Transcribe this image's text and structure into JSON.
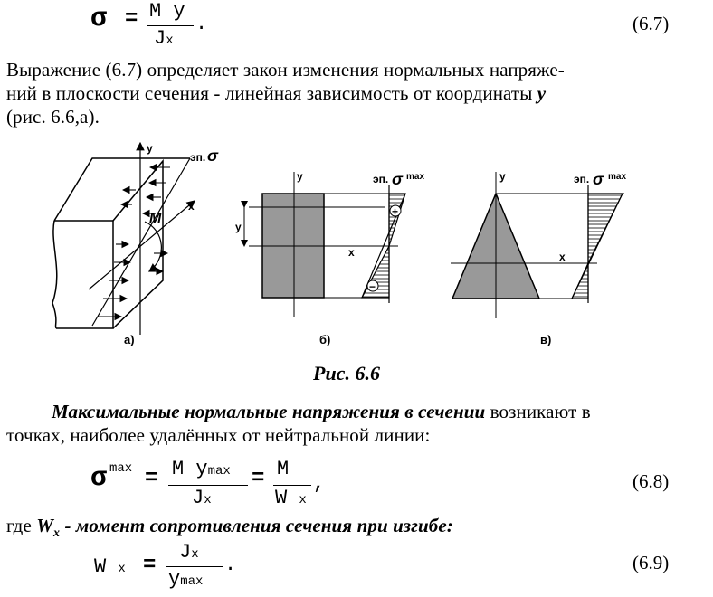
{
  "eq67": {
    "sigma": "σ",
    "equals": "=",
    "numer": "M y",
    "denom_main": "J",
    "denom_sub": "x",
    "tail": ".",
    "number": "(6.7)"
  },
  "para1": {
    "line1": "Выражение (6.7) определяет закон изменения нормальных напряже-",
    "line2_text": "ний в плоскости сечения - линейная зависимость от координаты ",
    "line2_var": "y",
    "line3": "(рис. 6.6,а)."
  },
  "figure": {
    "a": {
      "axis_y": "y",
      "axis_x": "x",
      "ep_label": "эп.",
      "sigma": "σ",
      "moment": "M",
      "caption": "а)"
    },
    "b": {
      "axis_y": "y",
      "axis_x": "x",
      "dim_y": "y",
      "ep_label": "эп.",
      "sigma": "σ",
      "max": "max",
      "plus": "+",
      "minus": "−",
      "caption": "б)"
    },
    "v": {
      "axis_y": "y",
      "axis_x": "x",
      "ep_label": "эп.",
      "sigma": "σ",
      "max": "max",
      "caption": "в)"
    },
    "caption": "Рис. 6.6"
  },
  "para2": {
    "line1_italic": "Максимальные нормальные напряжения в сечении",
    "line1_rest": " возникают в",
    "line2": "точках, наиболее удалённых от нейтральной линии:"
  },
  "eq68": {
    "sigma": "σ",
    "sup": "max",
    "equals": "=",
    "numer1_main": "M y",
    "numer1_sub": "max",
    "denom1_main": "J",
    "denom1_sub": "x",
    "equals2": "=",
    "numer2": "M",
    "denom2_main": "W",
    "denom2_sub": "x",
    "tail": ",",
    "number": "(6.8)"
  },
  "para3": {
    "prefix": "где ",
    "var": "W",
    "var_sub": "x",
    "rest": " - момент сопротивления сечения при изгибе:"
  },
  "eq69": {
    "lhs_main": "W",
    "lhs_sub": "x",
    "equals": "=",
    "numer_main": "J",
    "numer_sub": "x",
    "denom_main": "y",
    "denom_sub": "max",
    "tail": ".",
    "number": "(6.9)"
  }
}
